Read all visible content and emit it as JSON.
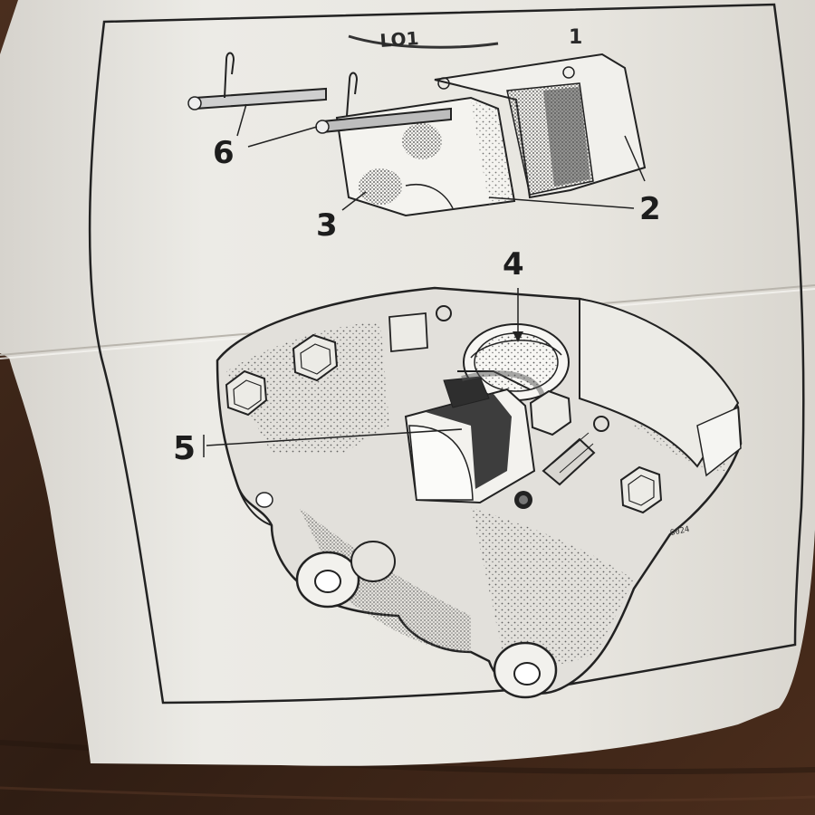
{
  "photo": {
    "subject": "brake-caliper-service-diagram",
    "callouts": [
      "2",
      "3",
      "4",
      "5",
      "6"
    ],
    "drawing_code": "6024",
    "header_fragment": "LO1 1",
    "colors": {
      "table": "#3a2418",
      "paper": "#ece9e3",
      "ink": "#1d1d1d",
      "stipple": "#6e6e6e"
    }
  }
}
